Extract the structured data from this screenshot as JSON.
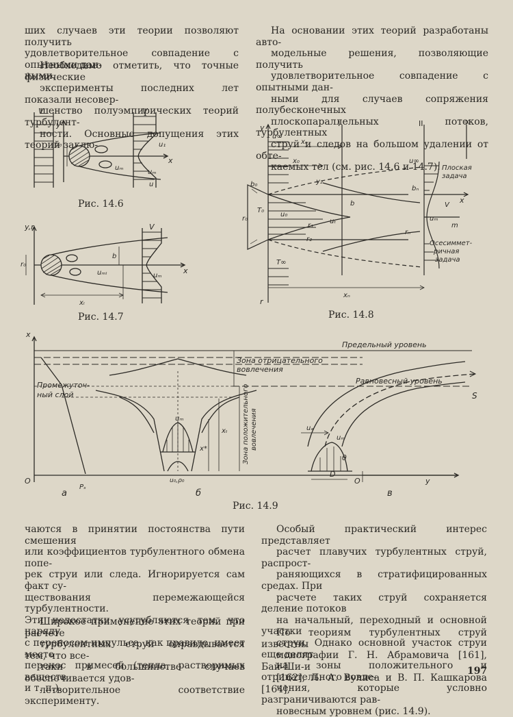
{
  "left_column": {
    "p1": [
      "ших случаев эти теории позволяют получить",
      "удовлетворительное совпадение с опытными дан-",
      "ными."
    ],
    "p2": [
      "Необходимо отметить, что точные физические",
      "эксперименты последних лет показали несовер-",
      "шенство полуэмпирических теорий турбулент-",
      "ности. Основные допущения этих теорий заклю-"
    ],
    "p3": [
      "чаются в принятии постоянства пути смешения",
      "или коэффициентов турбулентного обмена попе-",
      "рек струи или следа. Игнорируется сам факт су-",
      "ществования перемежающейся турбулентности.",
      "Эти недостатки усугубляются тем, что наряду",
      "с переносом импульса, как правило, имеет место",
      "перенос примесей (тепла, растворимых веществ",
      "и т. п.)."
    ],
    "p4": [
      "Широкое применение этих теорий при расчете",
      "турбулентных струй оправдывается тем, что все-",
      "таки в большинстве случаев обеспечивается удов-",
      "летворительное соответствие эксперименту."
    ]
  },
  "right_column": {
    "p1": [
      "На основании этих теорий разработаны авто-",
      "модельные решения, позволяющие получить",
      "удовлетворительное совпадение с опытными дан-",
      "ными для случаев сопряжения полубесконечных",
      "плоскопараллельных потоков, турбулентных",
      "струй и следов на большом удалении от обте-",
      "каемых тел (см. рис. 14.6 и 14.7)."
    ],
    "p2": [
      "Особый практический интерес представляет",
      "расчет плавучих турбулентных струй, распрост-",
      "раняющихся в стратифицированных средах. При",
      "расчете таких струй сохраняется деление потоков",
      "на начальный, переходный и основной участки",
      "струи. Однако основной участок струи еще делят",
      "на зоны положительного и отрицательного вовле-",
      "чения, которые условно разграничиваются рав-",
      "новесным уровнем (рис. 14.9)."
    ],
    "p3": [
      "По теориям турбулентных струй известны",
      "монографии Г. Н. Абрамовича [161], Бай-Ши-и",
      "[162], Л. А. Вулиса и В. П. Кашкарова [164],"
    ]
  },
  "captions": {
    "fig146": "Рис. 14.6",
    "fig147": "Рис. 14.7",
    "fig148": "Рис. 14.8",
    "fig149": "Рис. 14.9"
  },
  "page_number": "197",
  "fig146_labels": {
    "v1": "V",
    "v2": "V",
    "y": "y",
    "x": "x",
    "b0": "b₀",
    "u1": "u₁",
    "um": "uₘ",
    "um2": "uₘ",
    "u": "u"
  },
  "fig147_labels": {
    "yr": "y,r",
    "v": "V",
    "r0": "r₀",
    "b": "b",
    "uml": "uₘₗ",
    "um": "uₘ",
    "x": "x",
    "xl": "xₗ"
  },
  "fig148_labels": {
    "y": "y",
    "I": "I",
    "II": "II",
    "inf": "∞",
    "uinf": "u∞",
    "xn": "xₙ",
    "x0": "x₀",
    "y2": "y₂",
    "uinf2": "u∞",
    "flat": "Плоская",
    "task": "задача",
    "bn": "bₙ",
    "b": "b",
    "b0": "b₀",
    "T0": "T₀",
    "u0": "u₀",
    "r0": "r₀",
    "r1": "r₁",
    "r2": "r₂",
    "rn": "rₙ",
    "ut": "uₜ",
    "x": "x",
    "um": "uₘ",
    "V": "V",
    "m": "m",
    "xn2": "xₙ",
    "Tinf": "T∞",
    "r": "r",
    "axi1": "Осесиммет-",
    "axi2": "ричная",
    "axi3": "задача"
  },
  "fig149_labels": {
    "x": "x",
    "limit": "Предельный уровень",
    "negzone1": "Зона отрицательного",
    "negzone2": "вовлечения",
    "inter1": "Промежуточ-",
    "inter2": "ный слой",
    "equil": "Равновесный уровень",
    "S": "S",
    "poszone1": "Зона положительного",
    "poszone2": "вовлечения",
    "um": "uₘ",
    "xt": "xₜ",
    "xstar": "x*",
    "ua": "uₐ",
    "um2": "uₘ",
    "theta": "θ",
    "D": "D",
    "uo": "u₀,ρ₀",
    "O1": "O",
    "Ps": "Pₛ",
    "O2": "O",
    "y": "y",
    "a": "а",
    "b": "б",
    "v": "в"
  }
}
